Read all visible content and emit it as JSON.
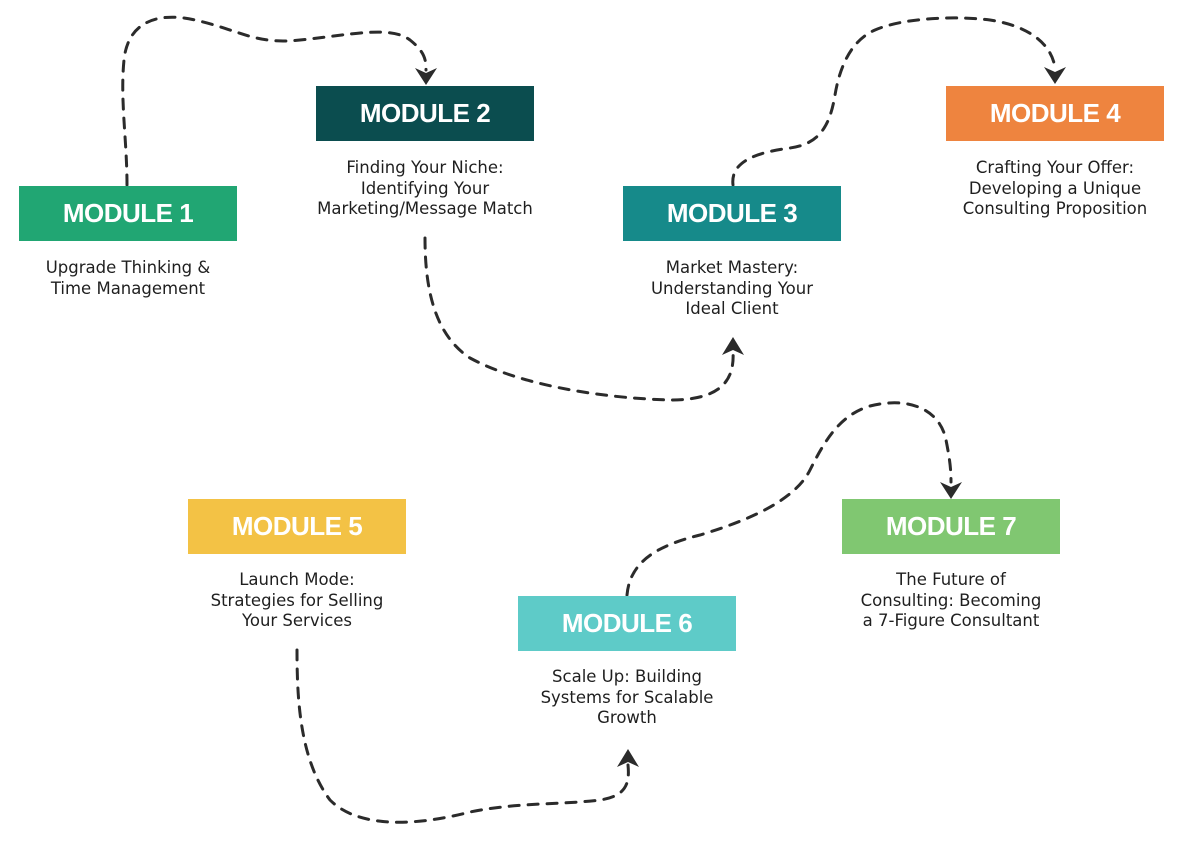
{
  "colors": {
    "module_1": "#21a673",
    "module_2": "#0b4d4f",
    "module_3": "#168a8a",
    "module_4": "#ee843f",
    "module_5": "#f3c245",
    "module_6": "#5ecbc8",
    "module_7": "#80c771",
    "connector": "#2b2b2b"
  },
  "modules": [
    {
      "label": "MODULE 1",
      "desc": [
        "Upgrade Thinking &",
        "Time Management"
      ]
    },
    {
      "label": "MODULE 2",
      "desc": [
        "Finding Your Niche:",
        "Identifying Your",
        "Marketing/Message Match"
      ]
    },
    {
      "label": "MODULE 3",
      "desc": [
        "Market Mastery:",
        "Understanding Your",
        "Ideal Client"
      ]
    },
    {
      "label": "MODULE 4",
      "desc": [
        "Crafting Your Offer:",
        "Developing a Unique",
        "Consulting Proposition"
      ]
    },
    {
      "label": "MODULE 5",
      "desc": [
        "Launch Mode:",
        "Strategies for Selling",
        "Your Services"
      ]
    },
    {
      "label": "MODULE 6",
      "desc": [
        "Scale Up: Building",
        "Systems for Scalable",
        "Growth"
      ]
    },
    {
      "label": "MODULE 7",
      "desc": [
        "The Future of",
        "Consulting: Becoming",
        "a 7-Figure Consultant"
      ]
    }
  ],
  "connectors": [
    {
      "from": "MODULE 1",
      "to": "MODULE 2"
    },
    {
      "from": "MODULE 2",
      "to": "MODULE 3"
    },
    {
      "from": "MODULE 3",
      "to": "MODULE 4"
    },
    {
      "from": "MODULE 5",
      "to": "MODULE 6"
    },
    {
      "from": "MODULE 6",
      "to": "MODULE 7"
    }
  ]
}
